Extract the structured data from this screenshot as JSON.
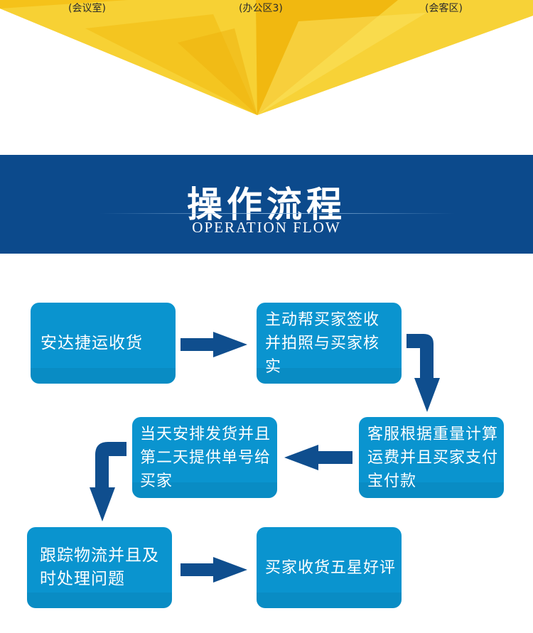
{
  "banner": {
    "rooms": [
      "(会议室)",
      "(办公区3)",
      "(会客区)"
    ],
    "color_dark": "#f2b80c",
    "color_light": "#f8dd45"
  },
  "header": {
    "title": "操作流程",
    "subtitle": "OPERATION FLOW",
    "background": "#0c4a8c"
  },
  "flow": {
    "box_color": "#0a94cf",
    "arrow_color": "#0f4e8e",
    "steps": [
      "安达捷运收货",
      "主动帮买家签收并拍照与买家核实",
      "客服根据重量计算运费并且买家支付宝付款",
      "当天安排发货并且第二天提供单号给买家",
      "跟踪物流并且及时处理问题",
      "买家收货五星好评"
    ]
  }
}
